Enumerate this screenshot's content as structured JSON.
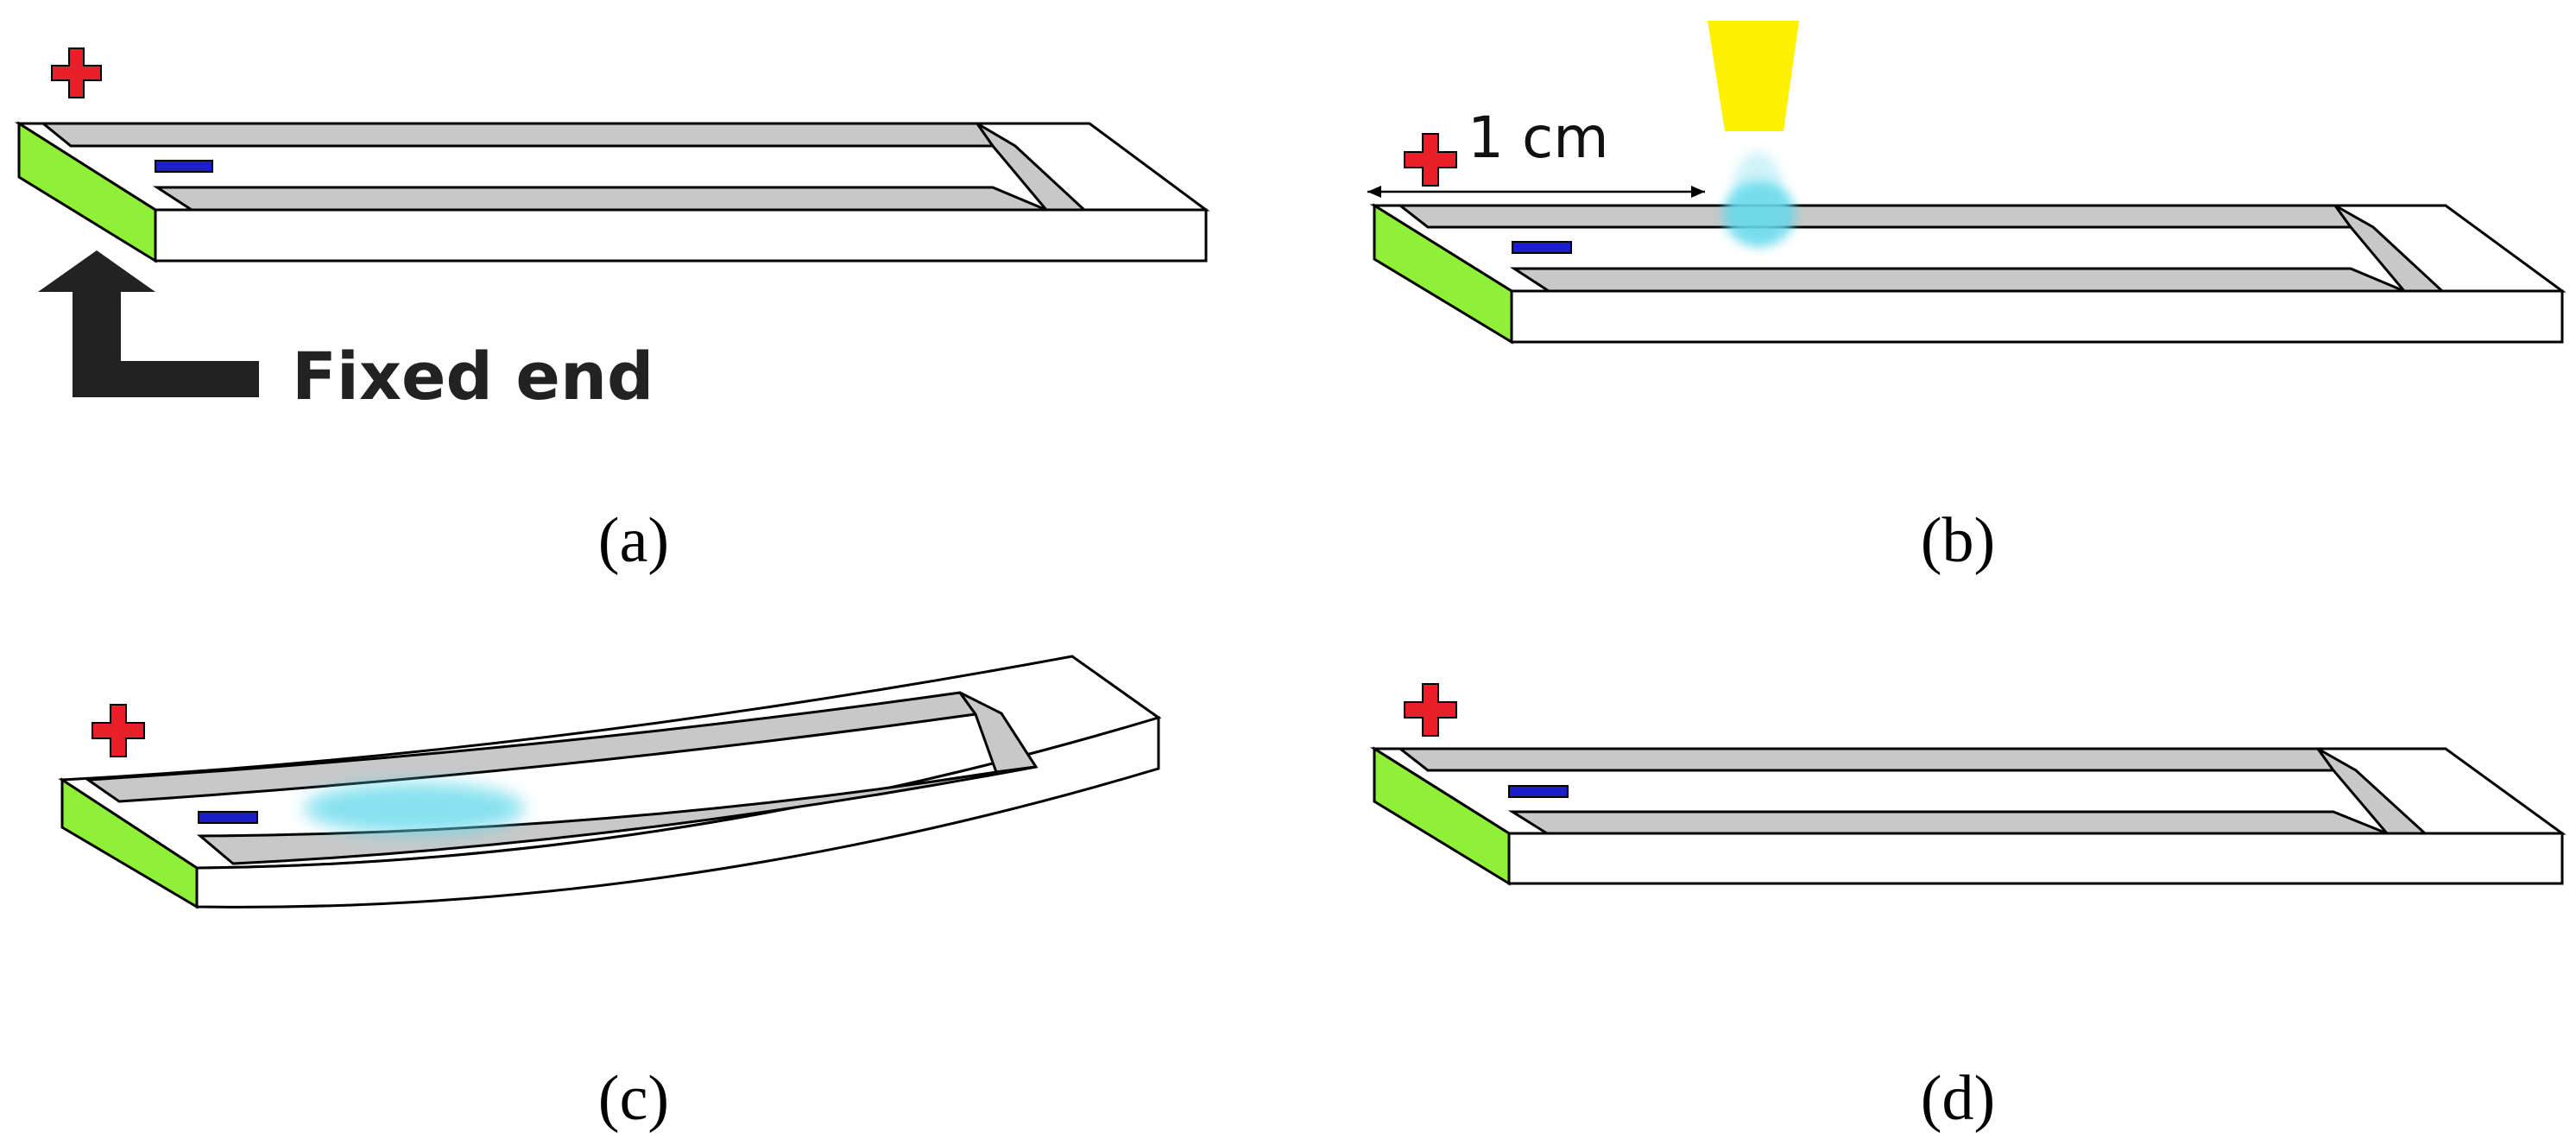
{
  "panels": [
    {
      "id": "a",
      "label": "(a)"
    },
    {
      "id": "b",
      "label": "(b)"
    },
    {
      "id": "c",
      "label": "(c)"
    },
    {
      "id": "d",
      "label": "(d)"
    }
  ],
  "annotations": {
    "fixed_end": "Fixed end",
    "distance": "1 cm"
  },
  "colors": {
    "fixed_end_face": "#8ff038",
    "electrode": "#c8c8c8",
    "positive_terminal": "#e8202a",
    "negative_terminal": "#1c1fc9",
    "droplet": "#5fd8ea",
    "light_beam": "#fff100"
  }
}
